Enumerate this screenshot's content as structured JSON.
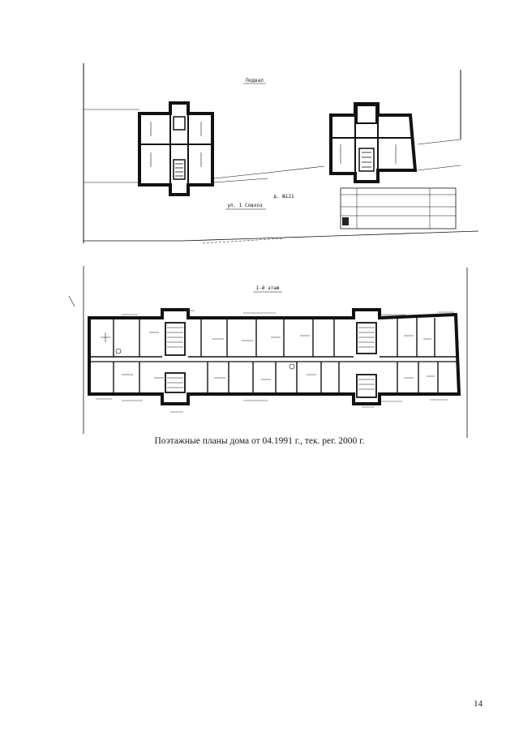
{
  "basement_plan": {
    "title": "Подвал",
    "street_label": "ул. 1 Совхоз",
    "house_label": "д. №121"
  },
  "floor_plan": {
    "title": "1-й этаж"
  },
  "caption": "Поэтажные планы дома от 04.1991 г., тек. рег. 2000 г.",
  "page_number": "14"
}
